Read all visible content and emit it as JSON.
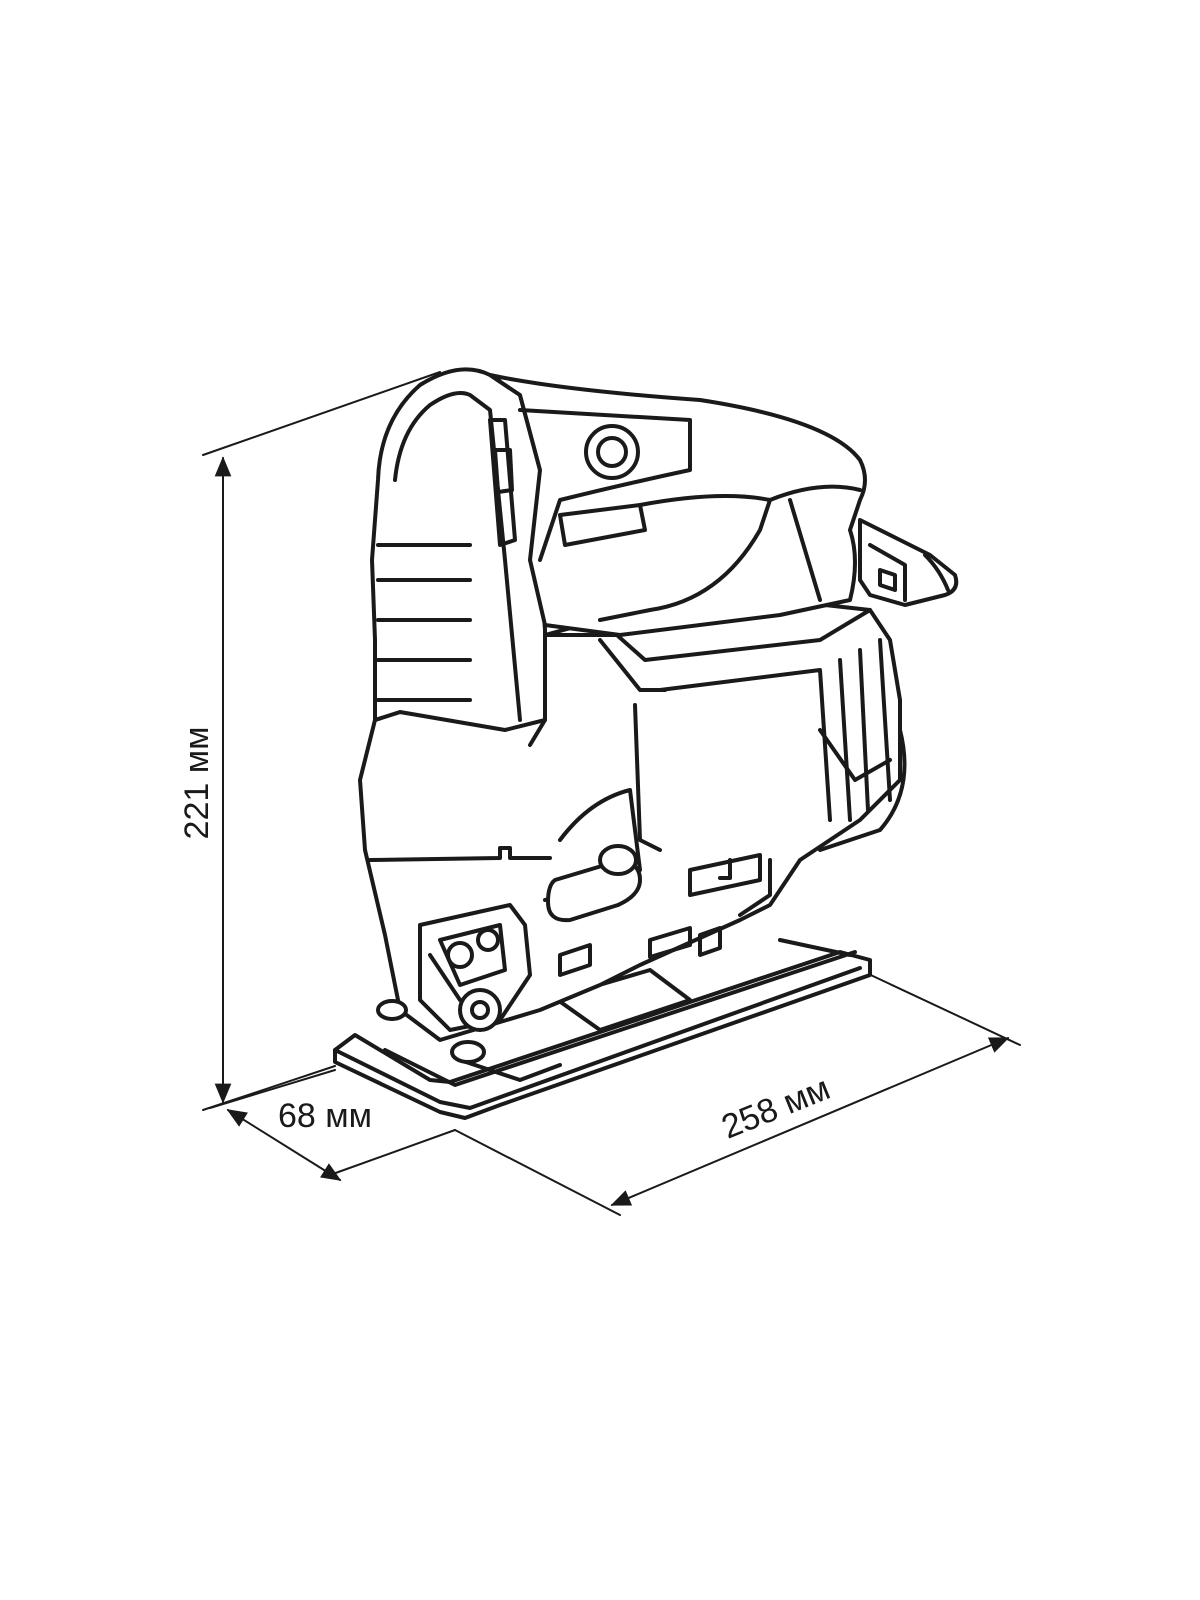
{
  "dimensions": {
    "height": "221 мм",
    "depth": "68 мм",
    "length": "258 мм"
  },
  "colors": {
    "line": "#1a1a1a",
    "background": "#ffffff"
  }
}
